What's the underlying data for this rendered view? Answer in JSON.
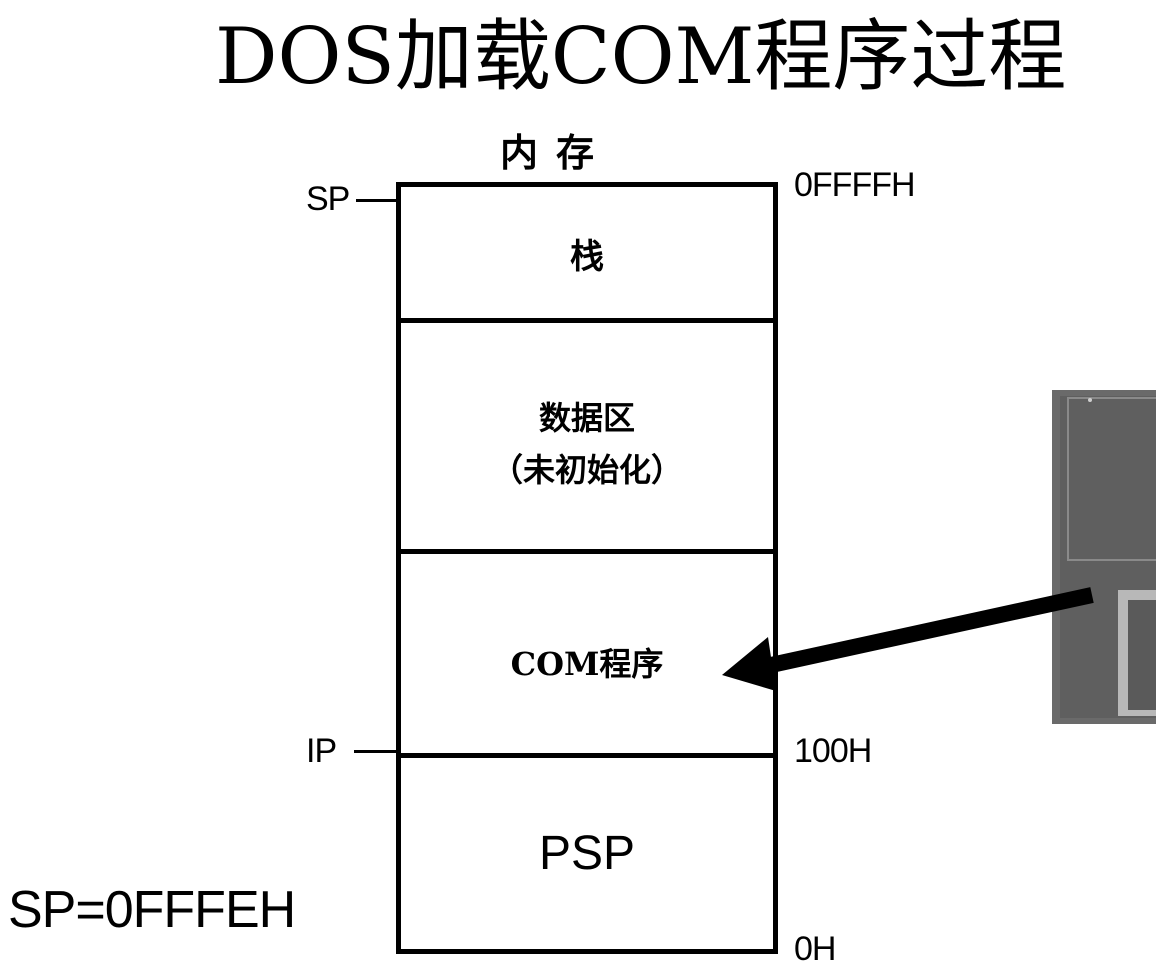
{
  "title": "DOS加载COM程序过程",
  "memory": {
    "label": "内存",
    "regions": {
      "stack": "栈",
      "data_line1": "数据区",
      "data_line2": "（未初始化）",
      "com": "COM程序",
      "psp": "PSP"
    },
    "addresses": {
      "top": "0FFFFH",
      "program_start": "100H",
      "bottom": "0H"
    }
  },
  "registers": {
    "sp": "SP",
    "ip": "IP"
  },
  "sp_value": "SP=0FFFEH",
  "icons": {
    "disk": "floppy-disk-icon",
    "arrow": "load-arrow"
  }
}
